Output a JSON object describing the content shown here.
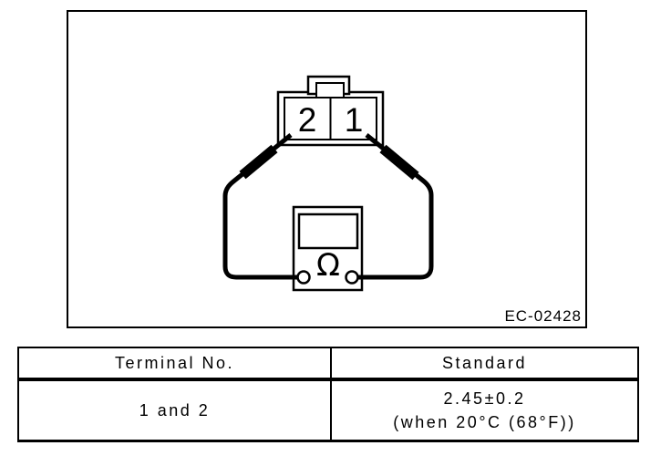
{
  "diagram": {
    "figure_label": "EC-02428",
    "connector": {
      "terminal_left": "2",
      "terminal_right": "1"
    },
    "meter": {
      "mode_symbol": "Ω"
    }
  },
  "table": {
    "headers": [
      "Terminal No.",
      "Standard"
    ],
    "rows": [
      {
        "terminal": "1 and 2",
        "standard_value": "2.45±0.2",
        "standard_condition": "(when 20°C (68°F))"
      }
    ]
  }
}
